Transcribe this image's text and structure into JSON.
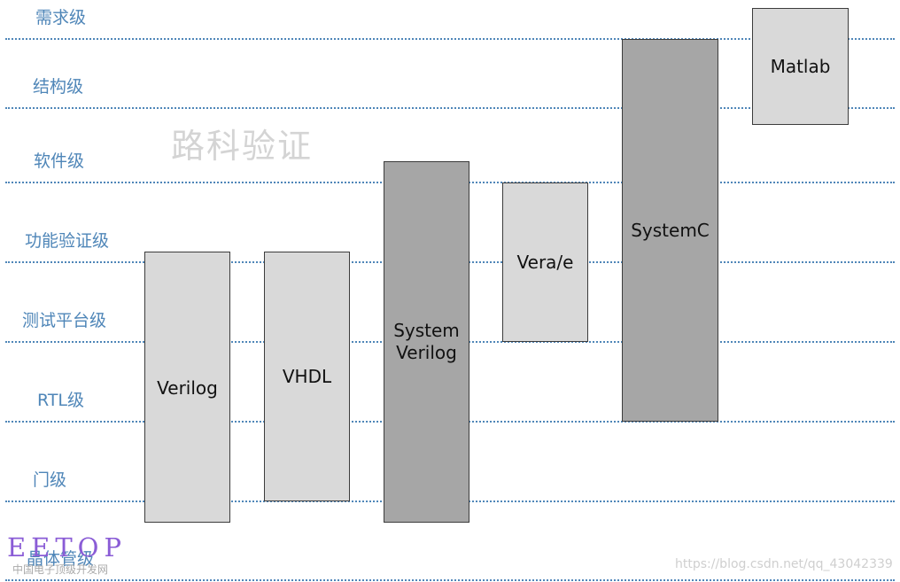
{
  "levels": {
    "requirement": "需求级",
    "structure": "结构级",
    "software": "软件级",
    "functional_verification": "功能验证级",
    "testbench": "测试平台级",
    "rtl": "RTL级",
    "gate": "门级",
    "transistor": "晶体管级"
  },
  "languages": {
    "verilog": "Verilog",
    "vhdl": "VHDL",
    "systemverilog": "System\nVerilog",
    "vera": "Vera/e",
    "systemc": "SystemC",
    "matlab": "Matlab"
  },
  "watermark_text": "路科验证",
  "eetop": {
    "logo": "EETOP",
    "subtitle": "中国电子顶级开发网"
  },
  "csdn_url": "https://blog.csdn.net/qq_43042339",
  "colors": {
    "level_line": "#4f86b8",
    "box_light": "#d9d9d9",
    "box_dark": "#a6a6a6"
  }
}
